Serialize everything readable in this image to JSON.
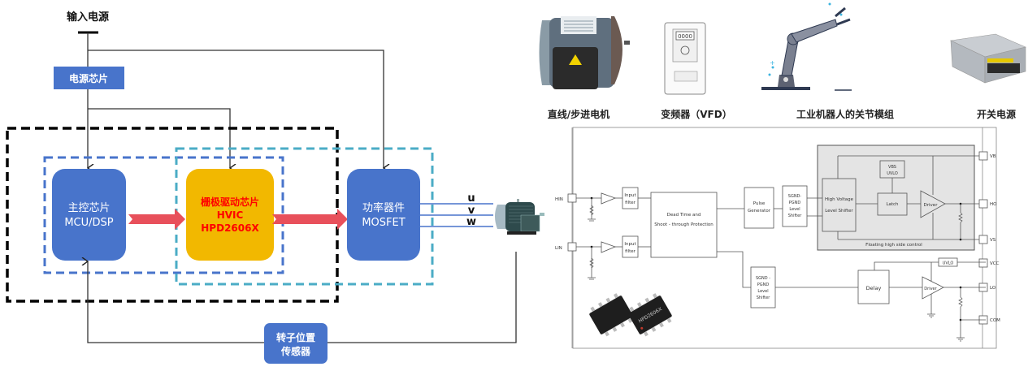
{
  "left_diagram": {
    "input_power_label": "输入电源",
    "power_chip_label": "电源芯片",
    "mcu": {
      "line1": "主控芯片",
      "line2": "MCU/DSP"
    },
    "gate_driver": {
      "line1": "栅极驱动芯片",
      "line2": "HVIC",
      "line3": "HPD2606X"
    },
    "power_device": {
      "line1": "功率器件",
      "line2": "MOSFET"
    },
    "phases": [
      "u",
      "v",
      "w"
    ],
    "sensor": {
      "line1": "转子位置",
      "line2": "传感器"
    },
    "colors": {
      "blue_block": "#4874cb",
      "gate_driver_fill": "#f2b800",
      "gate_driver_text": "#ff0000",
      "arrow": "#e8505b",
      "outer_dash": "#000000",
      "mcu_group_dash": "#4874cb",
      "driver_group_dash": "#4bacc6"
    }
  },
  "applications": [
    {
      "label": "直线/步进电机",
      "icon": "motor-icon"
    },
    {
      "label": "变频器（VFD）",
      "icon": "vfd-icon"
    },
    {
      "label": "工业机器人的关节模组",
      "icon": "robot-arm-icon"
    },
    {
      "label": "开关电源",
      "icon": "power-supply-icon"
    }
  ],
  "block_diagram": {
    "pins_left": [
      "HIN",
      "LIN"
    ],
    "pins_right": [
      "VB",
      "HO",
      "VS",
      "VCC",
      "LO",
      "COM"
    ],
    "input_filter": "Input filter",
    "input_filter_lines": [
      "Input",
      "filter"
    ],
    "dead_time": [
      "Dead Time and",
      "Shoot - through Protection"
    ],
    "pulse_generator": [
      "Pulse",
      "Generator"
    ],
    "level_shifter_top": [
      "SGND-",
      "PGND",
      "Level",
      "Shifter"
    ],
    "level_shifter_bottom": [
      "SGND -",
      "PGND",
      "Level",
      "Shifter"
    ],
    "hv_level_shifter": [
      "High Voltage",
      "Level Shifter"
    ],
    "vbs_uvlo": [
      "VBS",
      "UVLO"
    ],
    "latch": "Latch",
    "driver": "Driver",
    "floating_label": "Floating high side control",
    "uvlo": "UVLO",
    "delay": "Delay",
    "chip_marking": "HPD2606X"
  }
}
